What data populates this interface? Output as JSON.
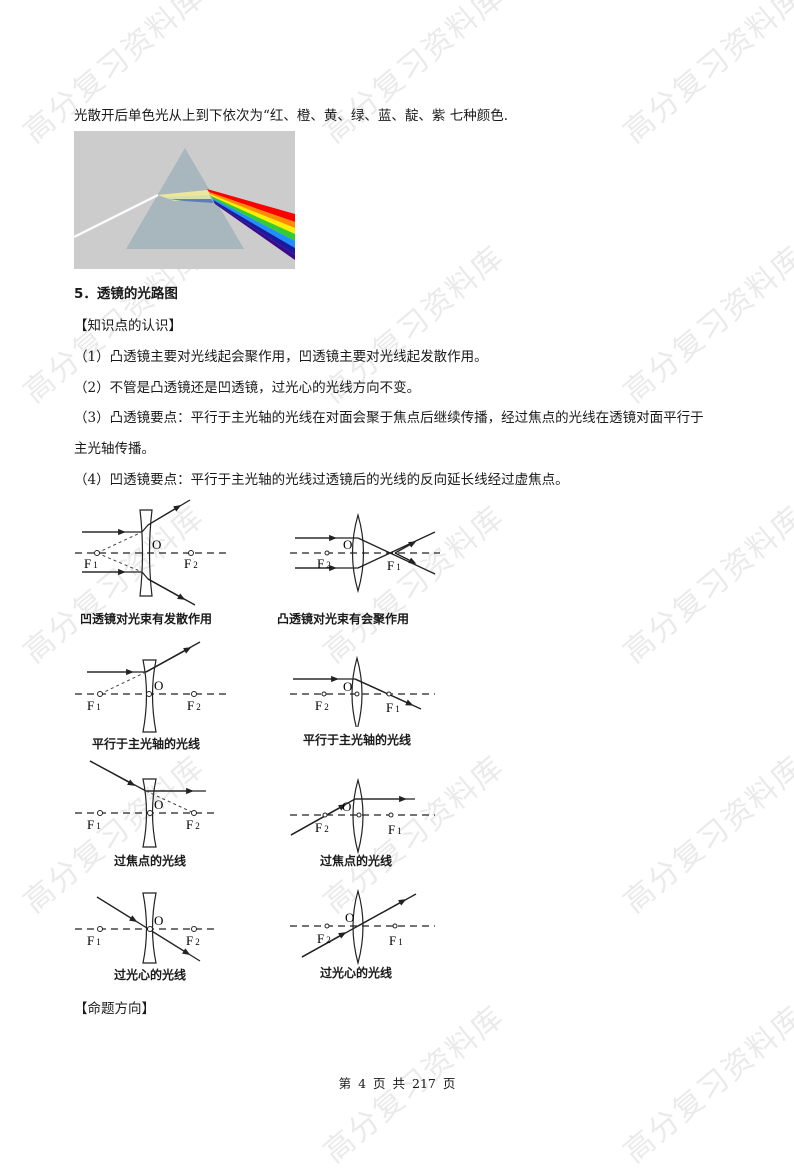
{
  "watermark": "高分复习资料库",
  "intro_line": "光散开后单色光从上到下依次为“红、橙、黄、绿、蓝、靛、紫 七种颜色.",
  "section": {
    "title": "5．透镜的光路图",
    "knowledge_heading": "【知识点的认识】",
    "points": [
      "（1）凸透镜主要对光线起会聚作用，凹透镜主要对光线起发散作用。",
      "（2）不管是凸透镜还是凹透镜，过光心的光线方向不变。",
      "（3）凸透镜要点：平行于主光轴的光线在对面会聚于焦点后继续传播，经过焦点的光线在透镜对面平行于",
      "主光轴传播。",
      "（4）凹透镜要点：平行于主光轴的光线过透镜后的光线的反向延长线经过虚焦点。"
    ],
    "exam_heading": "【命题方向】"
  },
  "prism_image": {
    "description": "white light dispersed by prism into spectrum",
    "colors": [
      "#ff0000",
      "#ff8c00",
      "#ffee00",
      "#33cc33",
      "#1e90ff",
      "#1a1aa0",
      "#6a0dad"
    ],
    "background": "#cccccc",
    "prism_color": "#a7b7bd"
  },
  "diagrams": {
    "labels": {
      "f1": "F",
      "f1_sub": "1",
      "f2": "F",
      "f2_sub": "2",
      "center": "O"
    },
    "captions": [
      "凹透镜对光束有发散作用",
      "凸透镜对光束有会聚作用",
      "平行于主光轴的光线",
      "平行于主光轴的光线",
      "过焦点的光线",
      "过焦点的光线",
      "过光心的光线",
      "过光心的光线"
    ]
  },
  "footer": "第 4 页 共 217 页"
}
